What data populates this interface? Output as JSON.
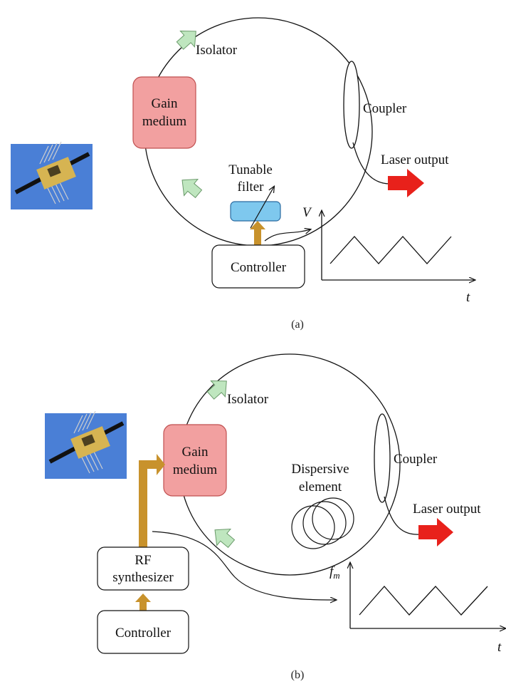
{
  "panel_a": {
    "isolator": "Isolator",
    "gain_medium_line1": "Gain",
    "gain_medium_line2": "medium",
    "coupler": "Coupler",
    "laser_output": "Laser output",
    "tunable_filter_line1": "Tunable",
    "tunable_filter_line2": "filter",
    "controller": "Controller",
    "y_axis": "V",
    "x_axis": "t",
    "caption": "(a)"
  },
  "panel_b": {
    "isolator": "Isolator",
    "gain_medium_line1": "Gain",
    "gain_medium_line2": "medium",
    "coupler": "Coupler",
    "dispersive_line1": "Dispersive",
    "dispersive_line2": "element",
    "laser_output": "Laser output",
    "rf_line1": "RF",
    "rf_line2": "synthesizer",
    "controller": "Controller",
    "y_axis_main": "f",
    "y_axis_sub": "m",
    "x_axis": "t",
    "caption": "(b)"
  },
  "colors": {
    "gain_fill": "#f2a0a0",
    "filter_fill": "#7ec8ee",
    "isolator_fill": "#bfe6bf",
    "output_arrow": "#e8211b",
    "drive_arrow": "#c8922c",
    "photo_bg": "#4a7fd6"
  }
}
